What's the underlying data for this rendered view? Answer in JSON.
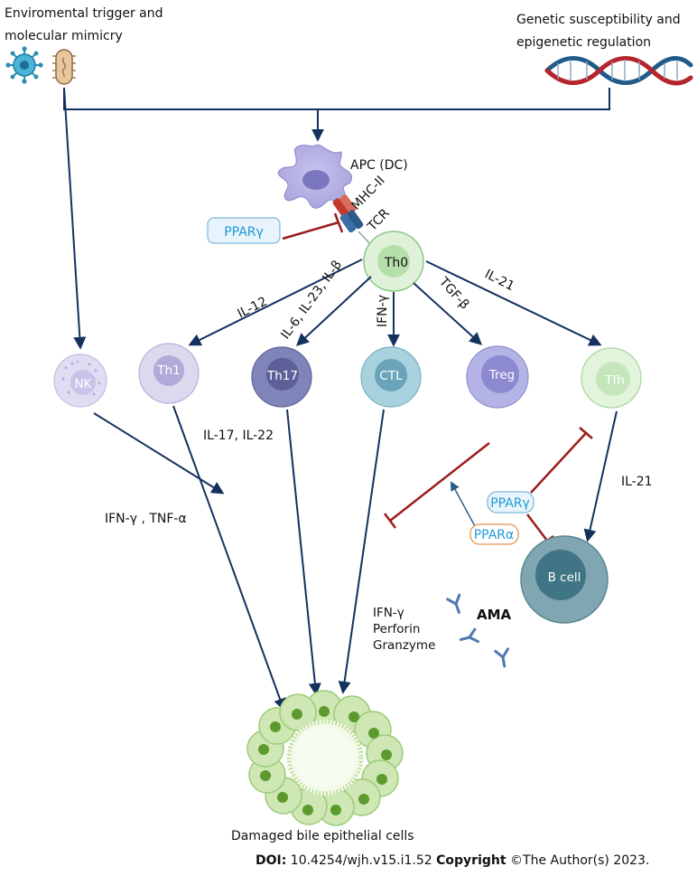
{
  "labels": {
    "env_trigger_1": "Enviromental trigger and",
    "env_trigger_2": "molecular mimicry",
    "genetic_1": "Genetic susceptibility and",
    "genetic_2": "epigenetic regulation",
    "apc": "APC (DC)",
    "mhc": "MHC-II",
    "tcr": "TCR",
    "ppar_gamma": "PPARγ",
    "ppar_alpha": "PPARα",
    "th0": "Th0",
    "il12": "IL-12",
    "il6": "IL-6, IL-23, IL-β",
    "ifng_th0": "IFN-γ",
    "tgfb": "TGF-β",
    "il21_top": "IL-21",
    "nk": "NK",
    "th1": "Th1",
    "th17": "Th17",
    "ctl": "CTL",
    "treg": "Treg",
    "tfh": "Tfh",
    "il17": "IL-17, IL-22",
    "ifn_tnf": "IFN-γ , TNF-α",
    "il21_side": "IL-21",
    "bcell": "B cell",
    "ctl_effectors": [
      "IFN-γ",
      "Perforin",
      "Granzyme"
    ],
    "ama": "AMA",
    "damaged": "Damaged bile epithelial cells"
  },
  "footer": {
    "doi_label": "DOI:",
    "doi_value": "10.4254/wjh.v15.i1.52",
    "copyright_label": "Copyright",
    "copyright_value": "©The Author(s) 2023."
  },
  "colors": {
    "arrow_navy": "#14315e",
    "inhibit_red": "#9b1c1c",
    "ppar_blue": "#1e9bd7",
    "ppar_alpha_border": "#e8924a"
  }
}
